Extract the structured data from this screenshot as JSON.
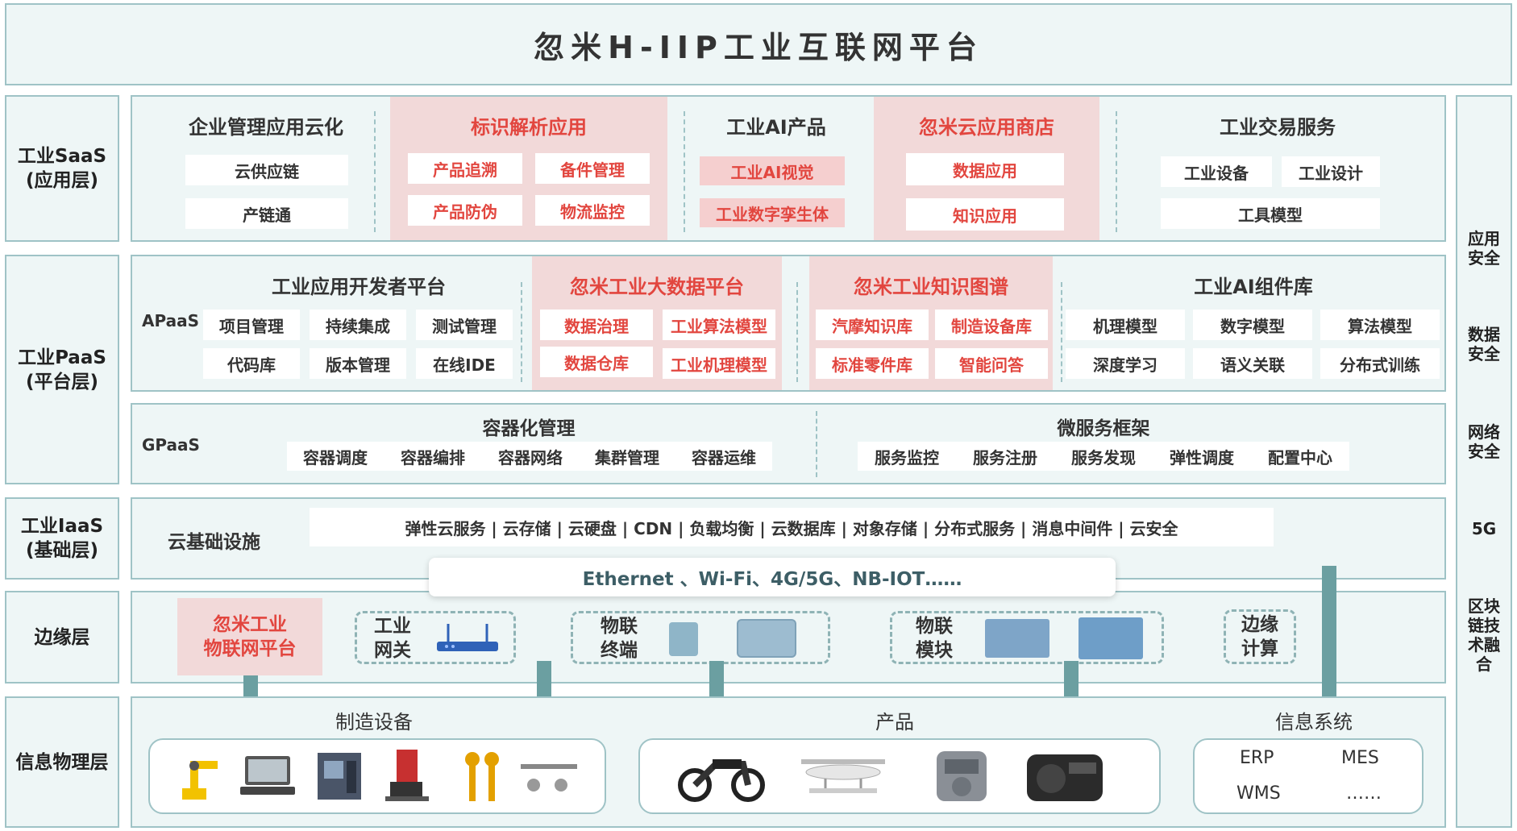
{
  "title": "忽米H-IIP工业互联网平台",
  "layers": {
    "saas": "工业SaaS\n(应用层)",
    "paas": "工业PaaS\n(平台层)",
    "iaas": "工业IaaS\n(基础层)",
    "edge": "边缘层",
    "cps": "信息物理层"
  },
  "saas": {
    "groups": [
      {
        "title": "企业管理应用云化",
        "items": [
          "云供应链",
          "产链通"
        ]
      },
      {
        "title": "标识解析应用",
        "items": [
          "产品追溯",
          "备件管理",
          "产品防伪",
          "物流监控"
        ]
      },
      {
        "title": "工业AI产品",
        "items": [
          "工业AI视觉",
          "工业数字孪生体"
        ]
      },
      {
        "title": "忽米云应用商店",
        "items": [
          "数据应用",
          "知识应用"
        ]
      },
      {
        "title": "工业交易服务",
        "items": [
          "工业设备",
          "工业设计",
          "工具模型"
        ]
      }
    ]
  },
  "apaas": {
    "label": "APaaS",
    "groups": [
      {
        "title": "工业应用开发者平台",
        "items": [
          "项目管理",
          "持续集成",
          "测试管理",
          "代码库",
          "版本管理",
          "在线IDE"
        ]
      },
      {
        "title": "忽米工业大数据平台",
        "items": [
          "数据治理",
          "工业算法模型",
          "数据仓库",
          "工业机理模型"
        ]
      },
      {
        "title": "忽米工业知识图谱",
        "items": [
          "汽摩知识库",
          "制造设备库",
          "标准零件库",
          "智能问答"
        ]
      },
      {
        "title": "工业AI组件库",
        "items": [
          "机理模型",
          "数字模型",
          "算法模型",
          "深度学习",
          "语义关联",
          "分布式训练"
        ]
      }
    ]
  },
  "gpaas": {
    "label": "GPaaS",
    "groups": [
      {
        "title": "容器化管理",
        "items": [
          "容器调度",
          "容器编排",
          "容器网络",
          "集群管理",
          "容器运维"
        ]
      },
      {
        "title": "微服务框架",
        "items": [
          "服务监控",
          "服务注册",
          "服务发现",
          "弹性调度",
          "配置中心"
        ]
      }
    ]
  },
  "iaas": {
    "label": "云基础设施",
    "services": "弹性云服务 | 云存储 | 云硬盘 | CDN | 负载均衡 | 云数据库 | 对象存储 | 分布式服务 | 消息中间件 | 云安全"
  },
  "network": "Ethernet 、Wi-Fi、4G/5G、NB-IOT……",
  "edge": {
    "platform": "忽米工业\n物联网平台",
    "gateway": "工业\n网关",
    "terminal": "物联\n终端",
    "module": "物联\n模块",
    "compute": "边缘\n计算"
  },
  "cps": {
    "manufacturing": "制造设备",
    "products": "产品",
    "info_systems": "信息系统",
    "systems": [
      "ERP",
      "MES",
      "WMS",
      "……"
    ]
  },
  "security": [
    "应用\n安全",
    "数据\n安全",
    "网络\n安全",
    "5G",
    "区块\n链技\n术融\n合"
  ],
  "colors": {
    "accent_red": "#e2463f",
    "panel_bg": "#eef6f6",
    "pink_bg": "#f2d9d9",
    "border": "#9fc3c6",
    "connector": "#6b9fa1"
  }
}
